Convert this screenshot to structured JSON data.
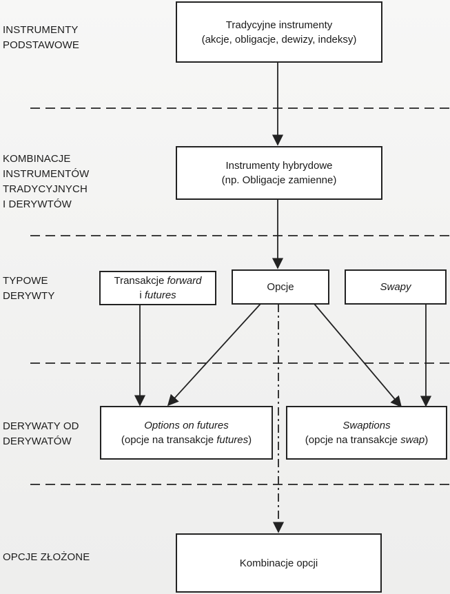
{
  "levels": [
    {
      "id": "basic",
      "label": "INSTRUMENTY\nPODSTAWOWE"
    },
    {
      "id": "combo",
      "label": "KOMBINACJE\nINSTRUMENTÓW\nTRADYCYJNYCH\nI DERYWTÓW"
    },
    {
      "id": "typical",
      "label": "TYPOWE\nDERYWTY"
    },
    {
      "id": "deriv_of_deriv",
      "label": "DERYWATY OD\nDERYWATÓW"
    },
    {
      "id": "compound",
      "label": "OPCJE ZŁOŻONE"
    }
  ],
  "boxes": {
    "traditional": {
      "line1": "Tradycyjne instrumenty",
      "line2": "(akcje, obligacje, dewizy, indeksy)"
    },
    "hybrid": {
      "line1": "Instrumenty hybrydowe",
      "line2": "(np. Obligacje zamienne)"
    },
    "forward": {
      "line1_a": "Transakcje ",
      "line1_b": "forward",
      "line2_a": "i ",
      "line2_b": "futures"
    },
    "options": {
      "line1": "Opcje"
    },
    "swaps": {
      "line1": "Swapy"
    },
    "options_on_futures": {
      "line1": "Options on futures",
      "line2_a": "(opcje na transakcje ",
      "line2_b": "futures",
      "line2_c": ")"
    },
    "swaptions": {
      "line1": "Swaptions",
      "line2_a": "(opcje na transakcje ",
      "line2_b": "swap",
      "line2_c": ")"
    },
    "option_combinations": {
      "line1": "Kombinacje opcji"
    }
  },
  "colors": {
    "ink": "#222222",
    "box_fill": "#ffffff",
    "background": "#f4f4f3"
  }
}
